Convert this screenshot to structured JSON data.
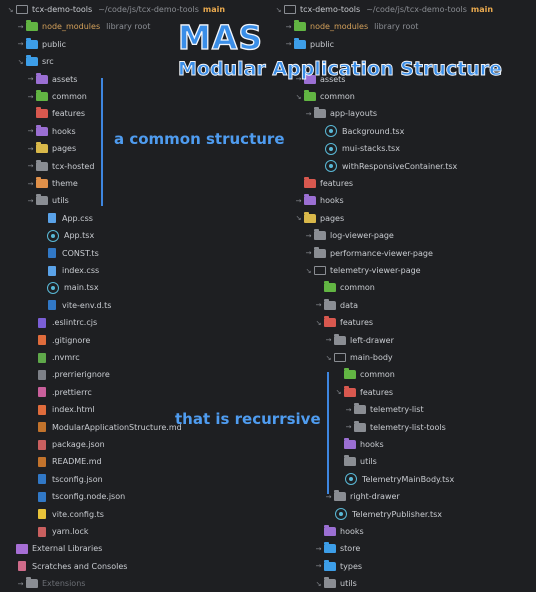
{
  "overlay": {
    "title": "MAS",
    "subtitle": "Modular Application Structure",
    "label_common": "a common structure",
    "label_recursive": "that  is recurrsive"
  },
  "colors": {
    "background": "#1e1f22",
    "accent_blue": "#3a8ee8",
    "branch_orange": "#e9a94e",
    "excluded_orange": "#d3a05a",
    "react_blue": "#59b8d6"
  },
  "left_tree": [
    {
      "arrow": "chevron-down",
      "icon": "folder-open",
      "name": "tcx-demo-tools",
      "meta": "~/code/js/tcx-demo-tools",
      "branch": "main",
      "indent": 0
    },
    {
      "arrow": "chevron-right",
      "icon": "folder-green",
      "name": "node_modules",
      "meta": "library root",
      "cls": "excluded",
      "indent": 1
    },
    {
      "arrow": "chevron-right",
      "icon": "folder-blue",
      "name": "public",
      "indent": 1
    },
    {
      "arrow": "chevron-down",
      "icon": "folder-blue",
      "name": "src",
      "indent": 1
    },
    {
      "arrow": "chevron-right",
      "icon": "folder-purple",
      "name": "assets",
      "indent": 2
    },
    {
      "arrow": "chevron-right",
      "icon": "folder-green",
      "name": "common",
      "indent": 2
    },
    {
      "arrow": "",
      "icon": "folder-red",
      "name": "features",
      "indent": 2
    },
    {
      "arrow": "chevron-right",
      "icon": "folder-purple",
      "name": "hooks",
      "indent": 2
    },
    {
      "arrow": "chevron-right",
      "icon": "folder-yellow",
      "name": "pages",
      "indent": 2
    },
    {
      "arrow": "chevron-right",
      "icon": "folder",
      "name": "tcx-hosted",
      "indent": 2
    },
    {
      "arrow": "chevron-right",
      "icon": "folder-orange",
      "name": "theme",
      "indent": 2
    },
    {
      "arrow": "chevron-right",
      "icon": "folder",
      "name": "utils",
      "indent": 2
    },
    {
      "arrow": "",
      "icon": "file-css",
      "name": "App.css",
      "indent": 3
    },
    {
      "arrow": "",
      "icon": "file-react",
      "name": "App.tsx",
      "indent": 3
    },
    {
      "arrow": "",
      "icon": "file-ts",
      "name": "CONST.ts",
      "indent": 3
    },
    {
      "arrow": "",
      "icon": "file-css",
      "name": "index.css",
      "indent": 3
    },
    {
      "arrow": "",
      "icon": "file-react",
      "name": "main.tsx",
      "indent": 3
    },
    {
      "arrow": "",
      "icon": "file-ts",
      "name": "vite-env.d.ts",
      "indent": 3
    },
    {
      "arrow": "",
      "icon": "file-eslint",
      "name": ".eslintrc.cjs",
      "indent": 2
    },
    {
      "arrow": "",
      "icon": "file-git",
      "name": ".gitignore",
      "indent": 2
    },
    {
      "arrow": "",
      "icon": "file-nvm",
      "name": ".nvmrc",
      "indent": 2
    },
    {
      "arrow": "",
      "icon": "file",
      "name": ".prerrierignore",
      "indent": 2
    },
    {
      "arrow": "",
      "icon": "file-prettier",
      "name": ".prettierrc",
      "indent": 2
    },
    {
      "arrow": "",
      "icon": "file-html",
      "name": "index.html",
      "indent": 2
    },
    {
      "arrow": "",
      "icon": "file-md",
      "name": "ModularApplicationStructure.md",
      "indent": 2
    },
    {
      "arrow": "",
      "icon": "file-json",
      "name": "package.json",
      "indent": 2
    },
    {
      "arrow": "",
      "icon": "file-md",
      "name": "README.md",
      "indent": 2
    },
    {
      "arrow": "",
      "icon": "file-tsconfig",
      "name": "tsconfig.json",
      "indent": 2
    },
    {
      "arrow": "",
      "icon": "file-tsconfig",
      "name": "tsconfig.node.json",
      "indent": 2
    },
    {
      "arrow": "",
      "icon": "file-vite",
      "name": "vite.config.ts",
      "indent": 2
    },
    {
      "arrow": "",
      "icon": "file-yarn",
      "name": "yarn.lock",
      "indent": 2
    },
    {
      "arrow": "",
      "icon": "library",
      "name": "External Libraries",
      "indent": 0
    },
    {
      "arrow": "",
      "icon": "scratches",
      "name": "Scratches and Consoles",
      "indent": 0
    },
    {
      "arrow": "chevron-right",
      "icon": "folder",
      "name": "Extensions",
      "cls": "muted",
      "indent": 1
    }
  ],
  "right_tree": [
    {
      "arrow": "chevron-down",
      "icon": "folder-open",
      "name": "tcx-demo-tools",
      "meta": "~/code/js/tcx-demo-tools",
      "branch": "main",
      "indent": 0
    },
    {
      "arrow": "chevron-right",
      "icon": "folder-green",
      "name": "node_modules",
      "meta": "library root",
      "cls": "excluded",
      "indent": 1
    },
    {
      "arrow": "chevron-right",
      "icon": "folder-blue",
      "name": "public",
      "indent": 1
    },
    {
      "arrow": "",
      "icon": "",
      "name": "",
      "indent": 1
    },
    {
      "arrow": "chevron-right",
      "icon": "folder-purple",
      "name": "assets",
      "indent": 2
    },
    {
      "arrow": "chevron-down",
      "icon": "folder-green",
      "name": "common",
      "indent": 2
    },
    {
      "arrow": "chevron-right",
      "icon": "folder",
      "name": "app-layouts",
      "indent": 3
    },
    {
      "arrow": "",
      "icon": "file-react",
      "name": "Background.tsx",
      "indent": 4
    },
    {
      "arrow": "",
      "icon": "file-react",
      "name": "mui-stacks.tsx",
      "indent": 4
    },
    {
      "arrow": "",
      "icon": "file-react",
      "name": "withResponsiveContainer.tsx",
      "indent": 4
    },
    {
      "arrow": "",
      "icon": "folder-red",
      "name": "features",
      "indent": 2
    },
    {
      "arrow": "chevron-right",
      "icon": "folder-purple",
      "name": "hooks",
      "indent": 2
    },
    {
      "arrow": "chevron-down",
      "icon": "folder-yellow",
      "name": "pages",
      "indent": 2
    },
    {
      "arrow": "chevron-right",
      "icon": "folder",
      "name": "log-viewer-page",
      "indent": 3
    },
    {
      "arrow": "chevron-right",
      "icon": "folder",
      "name": "performance-viewer-page",
      "indent": 3
    },
    {
      "arrow": "chevron-down",
      "icon": "folder-open",
      "name": "telemetry-viewer-page",
      "indent": 3
    },
    {
      "arrow": "",
      "icon": "folder-green",
      "name": "common",
      "indent": 4
    },
    {
      "arrow": "chevron-right",
      "icon": "folder",
      "name": "data",
      "indent": 4
    },
    {
      "arrow": "chevron-down",
      "icon": "folder-red",
      "name": "features",
      "indent": 4
    },
    {
      "arrow": "chevron-right",
      "icon": "folder",
      "name": "left-drawer",
      "indent": 5
    },
    {
      "arrow": "chevron-down",
      "icon": "folder-open",
      "name": "main-body",
      "indent": 5
    },
    {
      "arrow": "",
      "icon": "folder-green",
      "name": "common",
      "indent": 6
    },
    {
      "arrow": "chevron-down",
      "icon": "folder-red",
      "name": "features",
      "indent": 6
    },
    {
      "arrow": "chevron-right",
      "icon": "folder",
      "name": "telemetry-list",
      "indent": 7
    },
    {
      "arrow": "chevron-right",
      "icon": "folder",
      "name": "telemetry-list-tools",
      "indent": 7
    },
    {
      "arrow": "",
      "icon": "folder-purple",
      "name": "hooks",
      "indent": 6
    },
    {
      "arrow": "",
      "icon": "folder",
      "name": "utils",
      "indent": 6
    },
    {
      "arrow": "",
      "icon": "file-react",
      "name": "TelemetryMainBody.tsx",
      "indent": 6
    },
    {
      "arrow": "chevron-right",
      "icon": "folder",
      "name": "right-drawer",
      "indent": 5
    },
    {
      "arrow": "",
      "icon": "file-react",
      "name": "TelemetryPublisher.tsx",
      "indent": 5
    },
    {
      "arrow": "",
      "icon": "folder-purple",
      "name": "hooks",
      "indent": 4
    },
    {
      "arrow": "chevron-right",
      "icon": "folder-blue",
      "name": "store",
      "indent": 4
    },
    {
      "arrow": "chevron-right",
      "icon": "folder-blue",
      "name": "types",
      "indent": 4
    },
    {
      "arrow": "chevron-down",
      "icon": "folder",
      "name": "utils",
      "indent": 4
    }
  ]
}
